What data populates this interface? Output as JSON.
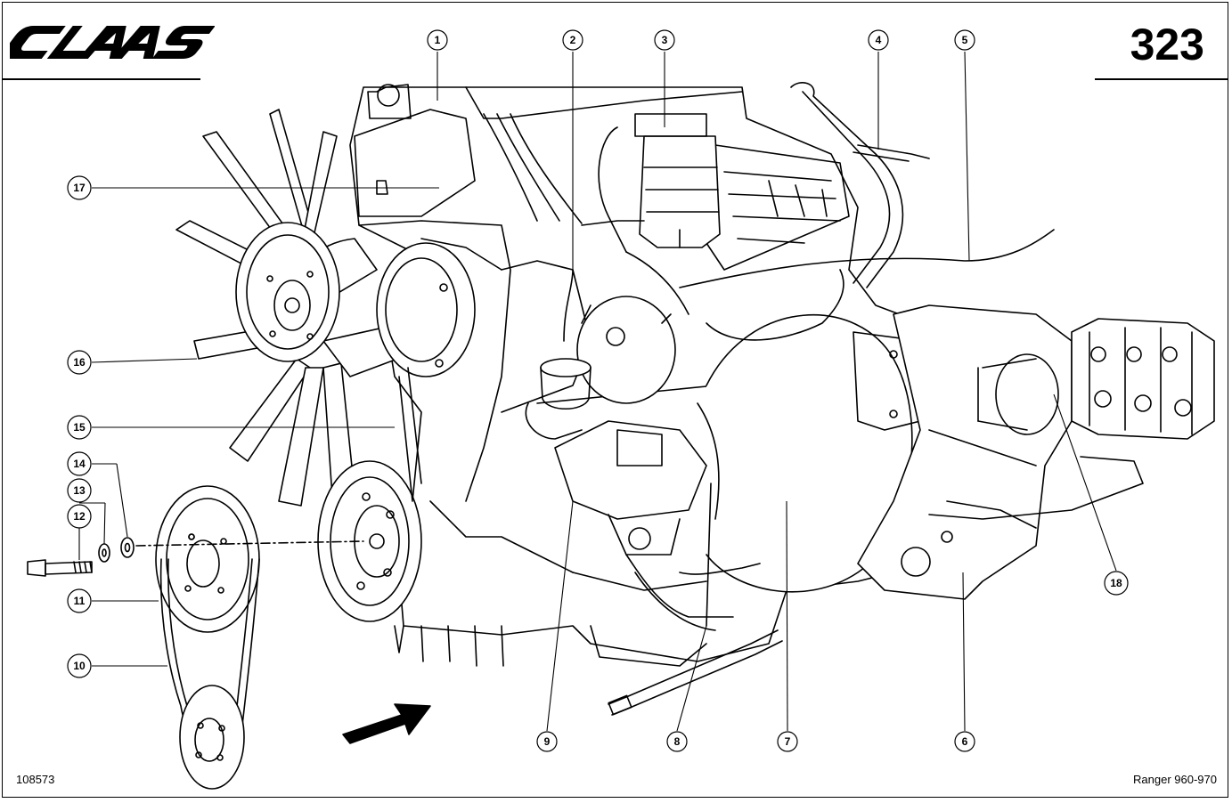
{
  "header": {
    "brand": "CLAAS",
    "page_number": "323"
  },
  "footer": {
    "reference_code": "108573",
    "model": "Ranger 960-970"
  },
  "callouts": [
    {
      "id": "1",
      "label": "1"
    },
    {
      "id": "2",
      "label": "2"
    },
    {
      "id": "3",
      "label": "3"
    },
    {
      "id": "4",
      "label": "4"
    },
    {
      "id": "5",
      "label": "5"
    },
    {
      "id": "6",
      "label": "6"
    },
    {
      "id": "7",
      "label": "7"
    },
    {
      "id": "8",
      "label": "8"
    },
    {
      "id": "9",
      "label": "9"
    },
    {
      "id": "10",
      "label": "10"
    },
    {
      "id": "11",
      "label": "11"
    },
    {
      "id": "12",
      "label": "12"
    },
    {
      "id": "13",
      "label": "13"
    },
    {
      "id": "14",
      "label": "14"
    },
    {
      "id": "15",
      "label": "15"
    },
    {
      "id": "16",
      "label": "16"
    },
    {
      "id": "17",
      "label": "17"
    },
    {
      "id": "18",
      "label": "18"
    }
  ]
}
